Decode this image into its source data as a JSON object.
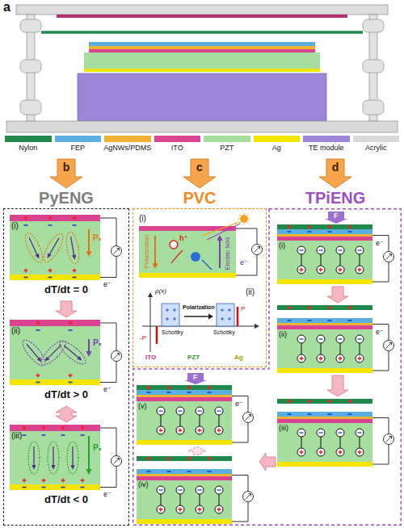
{
  "diagram": {
    "nodes": [
      {
        "text": [
          "a"
        ]
      },
      {
        "text": [
          "PyENG"
        ]
      },
      {
        "text": [
          "(i)",
          "Pₛ",
          "e⁻",
          "dT/dt = 0"
        ],
        "in": 1
      },
      {
        "text": [
          "(ii)",
          "Pₛ",
          "e⁻",
          "dT/dt > 0"
        ],
        "in": 1
      },
      {
        "text": [
          "(iii)",
          "Pₛ",
          "e⁻",
          "dT/dt < 0"
        ],
        "in": 1
      },
      {
        "text": [
          "PVC"
        ]
      },
      {
        "text": [
          "(i)",
          "Polarization",
          "Electric field",
          "h⁺",
          "e⁻"
        ],
        "in": 5
      },
      {
        "text": [
          "(ii)",
          "ρ(x)",
          "Polarization",
          "Schottky",
          "Schottky",
          "-P",
          "P",
          "ITO",
          "PZT",
          "Ag"
        ],
        "in": 5
      },
      {
        "text": [
          "TPiENG"
        ]
      },
      {
        "text": [
          "(i)",
          "F",
          "e⁻"
        ],
        "in": 8
      },
      {
        "text": [
          "(ii)",
          "e⁻"
        ],
        "in": 8
      },
      {
        "text": [
          "(iii)"
        ],
        "in": 8
      },
      {
        "text": [
          "(iv)"
        ],
        "in": 8
      },
      {
        "text": [
          "(v)",
          "F",
          "e⁻"
        ],
        "in": 8
      }
    ],
    "edges": [
      {
        "from": 0,
        "to": 1,
        "arrow": "to",
        "label": "b"
      },
      {
        "from": 0,
        "to": 5,
        "arrow": "to",
        "label": "c"
      },
      {
        "from": 0,
        "to": 8,
        "arrow": "to",
        "label": "d"
      },
      {
        "from": 2,
        "to": 3,
        "arrow": "to"
      },
      {
        "from": 3,
        "to": 4,
        "arrow": "both"
      },
      {
        "from": 9,
        "to": 10,
        "arrow": "to"
      },
      {
        "from": 10,
        "to": 11,
        "arrow": "to"
      },
      {
        "from": 11,
        "to": 12,
        "arrow": "to"
      },
      {
        "from": 12,
        "to": 13,
        "arrow": "to"
      }
    ],
    "legend": [
      {
        "text": "Nylon",
        "color": "#1f8a4c"
      },
      {
        "text": "FEP",
        "color": "#5aaee0"
      },
      {
        "text": "AgNWs/PDMS",
        "color": "#f0b232"
      },
      {
        "text": "ITO",
        "color": "#d9438f"
      },
      {
        "text": "PZT",
        "color": "#a6dea0"
      },
      {
        "text": "Ag",
        "color": "#f3e500"
      },
      {
        "text": "TE module",
        "color": "#9d86d8"
      },
      {
        "text": "Acrylic",
        "color": "#d9d9d9"
      }
    ]
  }
}
